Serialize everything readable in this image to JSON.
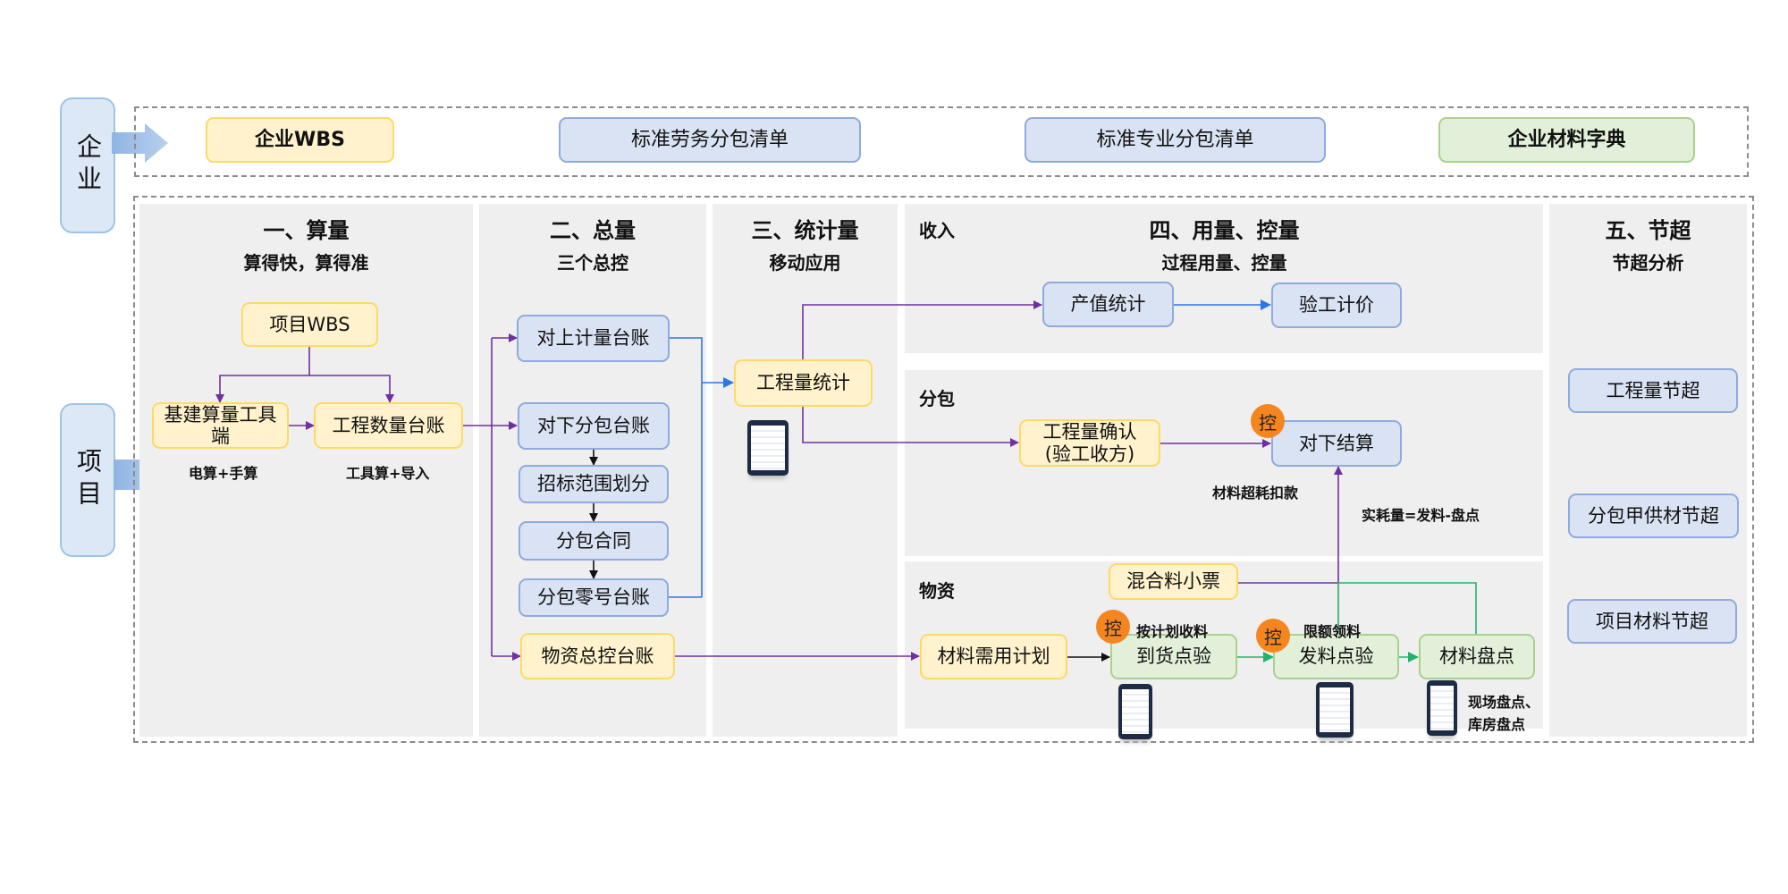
{
  "side_labels": {
    "enterprise": "企业",
    "project": "项目"
  },
  "enterprise_row": [
    {
      "label": "企业WBS",
      "style": "yellow",
      "bold": true
    },
    {
      "label": "标准劳务分包清单",
      "style": "blue",
      "bold": false
    },
    {
      "label": "标准专业分包清单",
      "style": "blue",
      "bold": false
    },
    {
      "label": "企业材料字典",
      "style": "green",
      "bold": true
    }
  ],
  "sections": {
    "s1": {
      "title": "一、算量",
      "subtitle": "算得快，算得准"
    },
    "s2": {
      "title": "二、总量",
      "subtitle": "三个总控"
    },
    "s3": {
      "title": "三、统计量",
      "subtitle": "移动应用"
    },
    "s4": {
      "title": "四、用量、控量",
      "subtitle": "过程用量、控量"
    },
    "s5": {
      "title": "五、节超",
      "subtitle": "节超分析"
    }
  },
  "s4_panels": {
    "income": "收入",
    "subcontract": "分包",
    "material": "物资"
  },
  "nodes": {
    "project_wbs": "项目WBS",
    "calc_tool": "基建算量工具端",
    "qty_ledger": "工程数量台账",
    "upper_ledger": "对上计量台账",
    "lower_ledger": "对下分包台账",
    "bid_scope": "招标范围划分",
    "sub_contract": "分包合同",
    "sub_misc_ledger": "分包零号台账",
    "material_ledger": "物资总控台账",
    "qty_stats": "工程量统计",
    "output_stats": "产值统计",
    "acceptance_pricing": "验工计价",
    "qty_confirm": "工程量确认\n(验工收方)",
    "lower_settlement": "对下结算",
    "mix_ticket": "混合料小票",
    "material_plan": "材料需用计划",
    "arrival_check": "到货点验",
    "issue_check": "发料点验",
    "material_count": "材料盘点",
    "savings_qty": "工程量节超",
    "savings_sub_material": "分包甲供材节超",
    "savings_project_material": "项目材料节超"
  },
  "annotations": {
    "calc_tool_note": "电算+手算",
    "qty_ledger_note": "工具算+导入",
    "overuse_deduction": "材料超耗扣款",
    "actual_consumption": "实耗量=发料-盘点",
    "receive_by_plan": "按计划收料",
    "quota_issue": "限额领料",
    "count_note_1": "现场盘点、",
    "count_note_2": "库房盘点",
    "control_badge": "控"
  },
  "colors": {
    "purple_line": "#7030a0",
    "blue_line": "#2e75e6",
    "green_line": "#22b36b",
    "black_line": "#111111",
    "control_badge": "#f5861f"
  }
}
